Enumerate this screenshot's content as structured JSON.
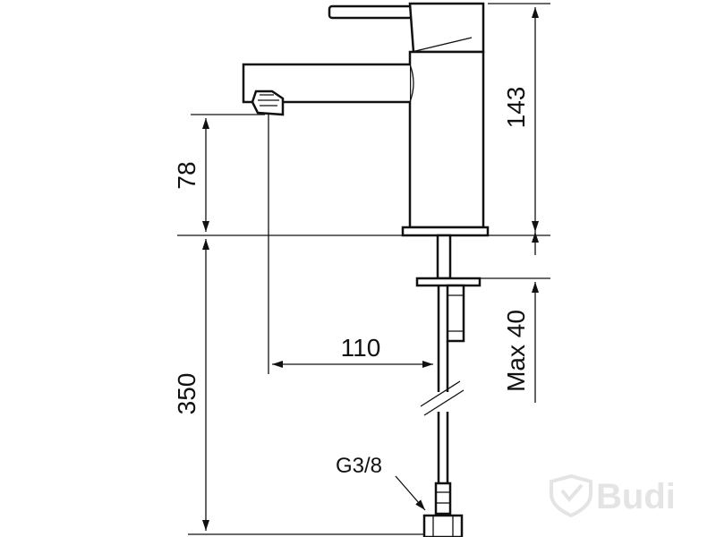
{
  "drawing": {
    "dimensions": {
      "spout_height": "78",
      "faucet_height": "143",
      "pipe_length": "350",
      "spout_reach": "110",
      "max_thickness": "Max 40"
    },
    "thread_callout": "G3/8"
  },
  "watermark": {
    "text": "Budi",
    "color": "#e4e4e4"
  },
  "colors": {
    "line": "#111111",
    "background": "#ffffff"
  }
}
